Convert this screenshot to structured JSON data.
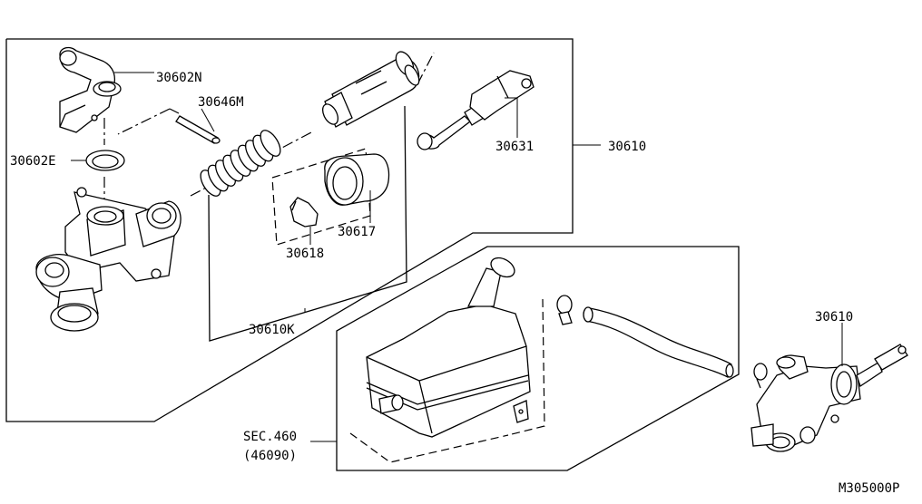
{
  "labels": {
    "reservoir_cap": "30602N",
    "pin": "30646M",
    "seal_ring": "30602E",
    "push_rod": "30631",
    "master_cylinder": "30610",
    "boot": "30617",
    "snap_ring": "30618",
    "repair_kit": "30610K",
    "section_ref": "SEC.460",
    "section_part": "(46090)",
    "master_cylinder_assembled": "30610",
    "figure_code": "M305000P"
  },
  "colors": {
    "line": "#000000",
    "background": "#ffffff"
  }
}
